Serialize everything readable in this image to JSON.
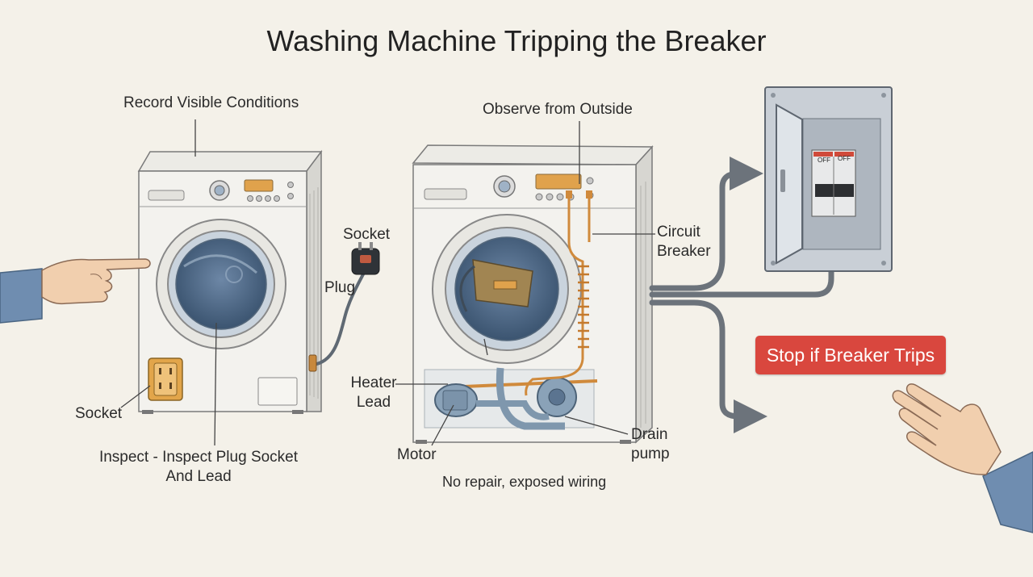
{
  "title": "Washing Machine Tripping the Breaker",
  "labels": {
    "record": "Record Visible Conditions",
    "observe": "Observe from Outside",
    "socket_top": "Socket",
    "plug": "Plug",
    "socket_left": "Socket",
    "inspect_line1": "Inspect - Inspect Plug Socket",
    "inspect_line2": "And Lead",
    "circuit_line1": "Circuit",
    "circuit_line2": "Breaker",
    "heater_line1": "Heater",
    "heater_line2": "Lead",
    "motor": "Motor",
    "drain_line1": "Drain",
    "drain_line2": "pump",
    "no_repair": "No repair, exposed wiring"
  },
  "breaker": {
    "off_left": "OFF",
    "off_right": "OFF"
  },
  "action": {
    "stop": "Stop if Breaker Trips"
  },
  "icons": [
    "pointing-hand-icon",
    "raised-hand-icon",
    "plug-icon",
    "wall-outlet-icon",
    "breaker-panel-icon",
    "arrow-icon"
  ],
  "colors": {
    "background": "#f4f1e9",
    "stop_button": "#d9473e",
    "wiring": "#d08a3c",
    "pipe": "#7f97ad",
    "arrow": "#6c737b"
  }
}
